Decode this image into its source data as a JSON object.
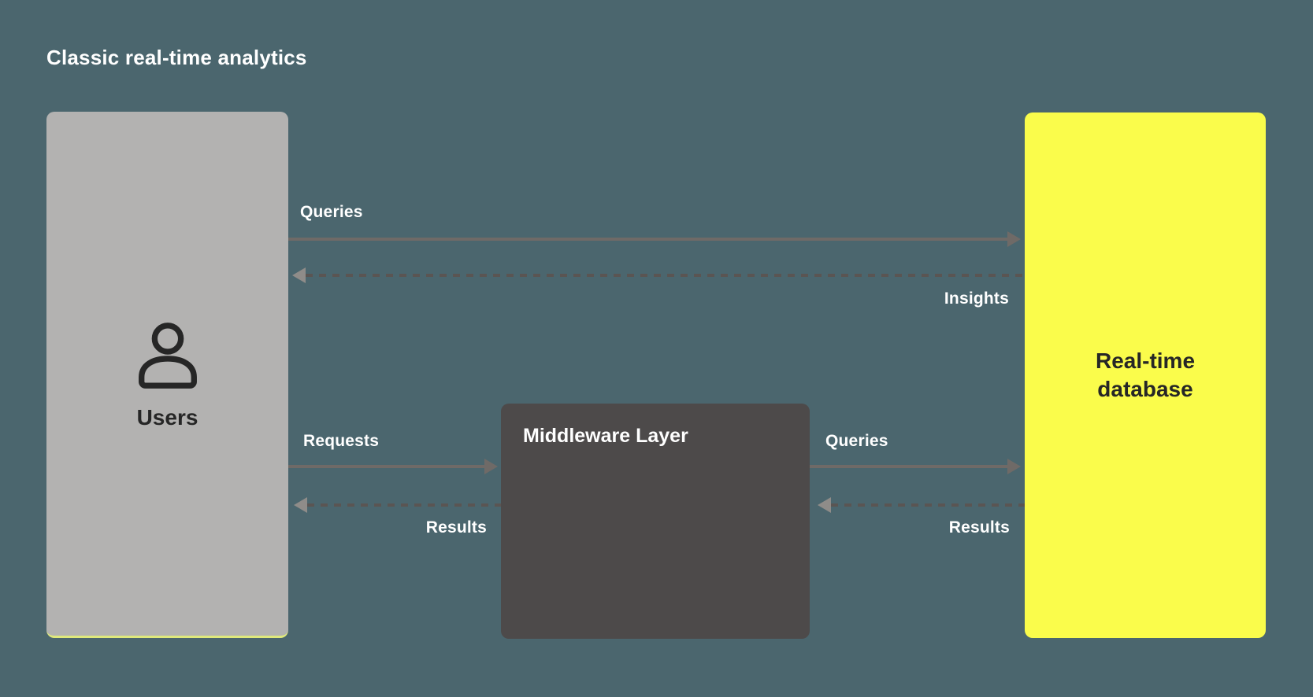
{
  "title": "Classic real-time analytics",
  "colors": {
    "background": "#4B666E",
    "users_box": "#B3B2B1",
    "middleware_box": "#4D4A4A",
    "database_box": "#FAFC4B",
    "solid_arrow": "#6F6A67",
    "dashed_arrow": "#5A5553",
    "dashed_arrowhead": "#8F8C89",
    "light_text": "#FFFFFF",
    "dark_text": "#262626",
    "users_accent_underline": "#DFE97C"
  },
  "nodes": {
    "users": {
      "label": "Users",
      "icon": "person-icon"
    },
    "middleware": {
      "label": "Middleware Layer"
    },
    "database": {
      "label": "Real-time database"
    }
  },
  "flows": [
    {
      "label": "Queries",
      "from": "users",
      "to": "database",
      "style": "solid",
      "direction": "right"
    },
    {
      "label": "Insights",
      "from": "database",
      "to": "users",
      "style": "dashed",
      "direction": "left"
    },
    {
      "label": "Requests",
      "from": "users",
      "to": "middleware",
      "style": "solid",
      "direction": "right"
    },
    {
      "label": "Results",
      "from": "middleware",
      "to": "users",
      "style": "dashed",
      "direction": "left"
    },
    {
      "label": "Queries",
      "from": "middleware",
      "to": "database",
      "style": "solid",
      "direction": "right"
    },
    {
      "label": "Results",
      "from": "database",
      "to": "middleware",
      "style": "dashed",
      "direction": "left"
    }
  ]
}
